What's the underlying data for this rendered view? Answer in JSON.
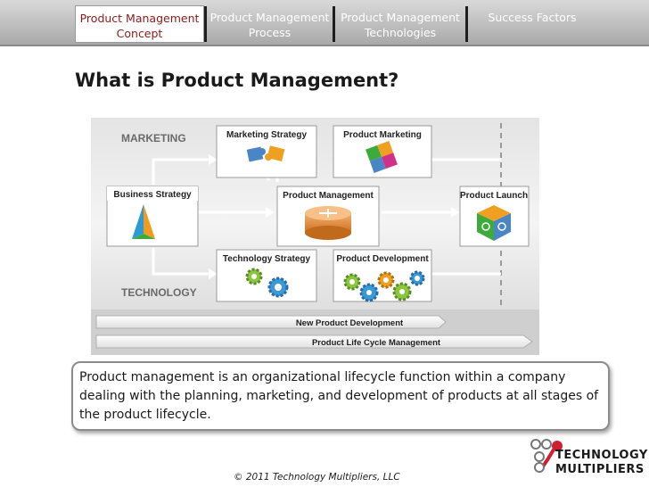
{
  "nav": {
    "tabs": [
      {
        "label": "Product Management Concept",
        "line1": "Product Management",
        "line2": "Concept",
        "active": true
      },
      {
        "label": "Product Management Process",
        "line1": "Product Management",
        "line2": "Process",
        "active": false
      },
      {
        "label": "Product Management Technologies",
        "line1": "Product Management",
        "line2": "Technologies",
        "active": false
      },
      {
        "label": "Success Factors",
        "line1": "Success Factors",
        "line2": "",
        "active": false
      }
    ]
  },
  "title": "What is Product Management?",
  "diagram": {
    "lanes": {
      "marketing": "MARKETING",
      "technology": "TECHNOLOGY"
    },
    "boxes": {
      "business_strategy": "Business Strategy",
      "marketing_strategy": "Marketing Strategy",
      "product_marketing": "Product Marketing",
      "product_management": "Product Management",
      "product_launch": "Product Launch",
      "technology_strategy": "Technology Strategy",
      "product_development": "Product Development"
    },
    "bars": {
      "new_product_development": "New Product Development",
      "product_life_cycle": "Product Life Cycle Management"
    }
  },
  "callout": "Product management is an organizational lifecycle function within a company dealing with the planning, marketing, and development of products at all stages of the product lifecycle.",
  "logo": {
    "line1": "TECHNOLOGY",
    "line2": "MULTIPLIERS"
  },
  "footer": "© 2011 Technology Multipliers, LLC"
}
